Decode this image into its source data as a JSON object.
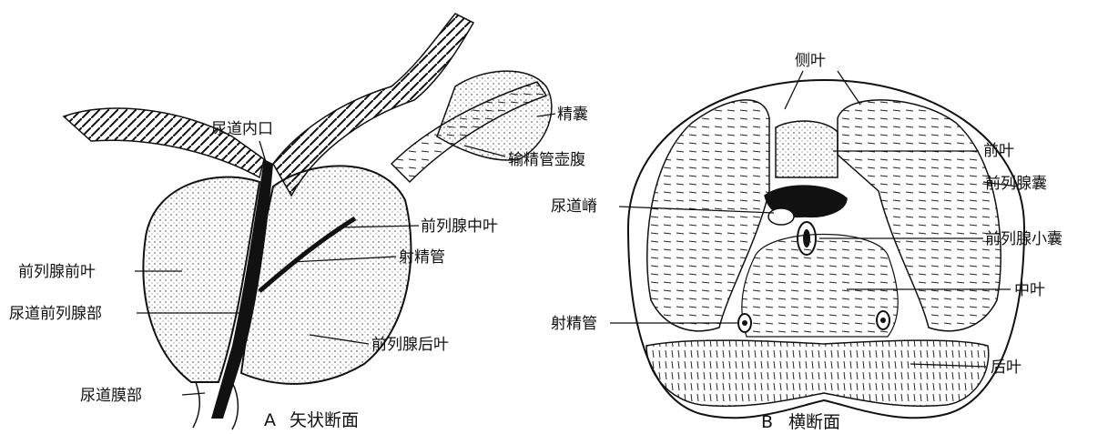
{
  "panel_a": {
    "caption_letter": "A",
    "caption": "矢状断面",
    "labels": {
      "internal_urethral_orifice": "尿道内口",
      "seminal_vesicle": "精囊",
      "ampulla": "输精管壶腹",
      "middle_lobe": "前列腺中叶",
      "ejaculatory_duct": "射精管",
      "anterior_lobe": "前列腺前叶",
      "prostatic_urethra": "尿道前列腺部",
      "posterior_lobe": "前列腺后叶",
      "membranous_urethra": "尿道膜部"
    }
  },
  "panel_b": {
    "caption_letter": "B",
    "caption": "横断面",
    "labels": {
      "lateral_lobe": "侧叶",
      "anterior_lobe": "前叶",
      "prostate_capsule": "前列腺囊",
      "urethral_crest": "尿道嵴",
      "prostatic_utricle": "前列腺小囊",
      "middle_lobe": "中叶",
      "ejaculatory_duct": "射精管",
      "posterior_lobe": "后叶"
    }
  }
}
